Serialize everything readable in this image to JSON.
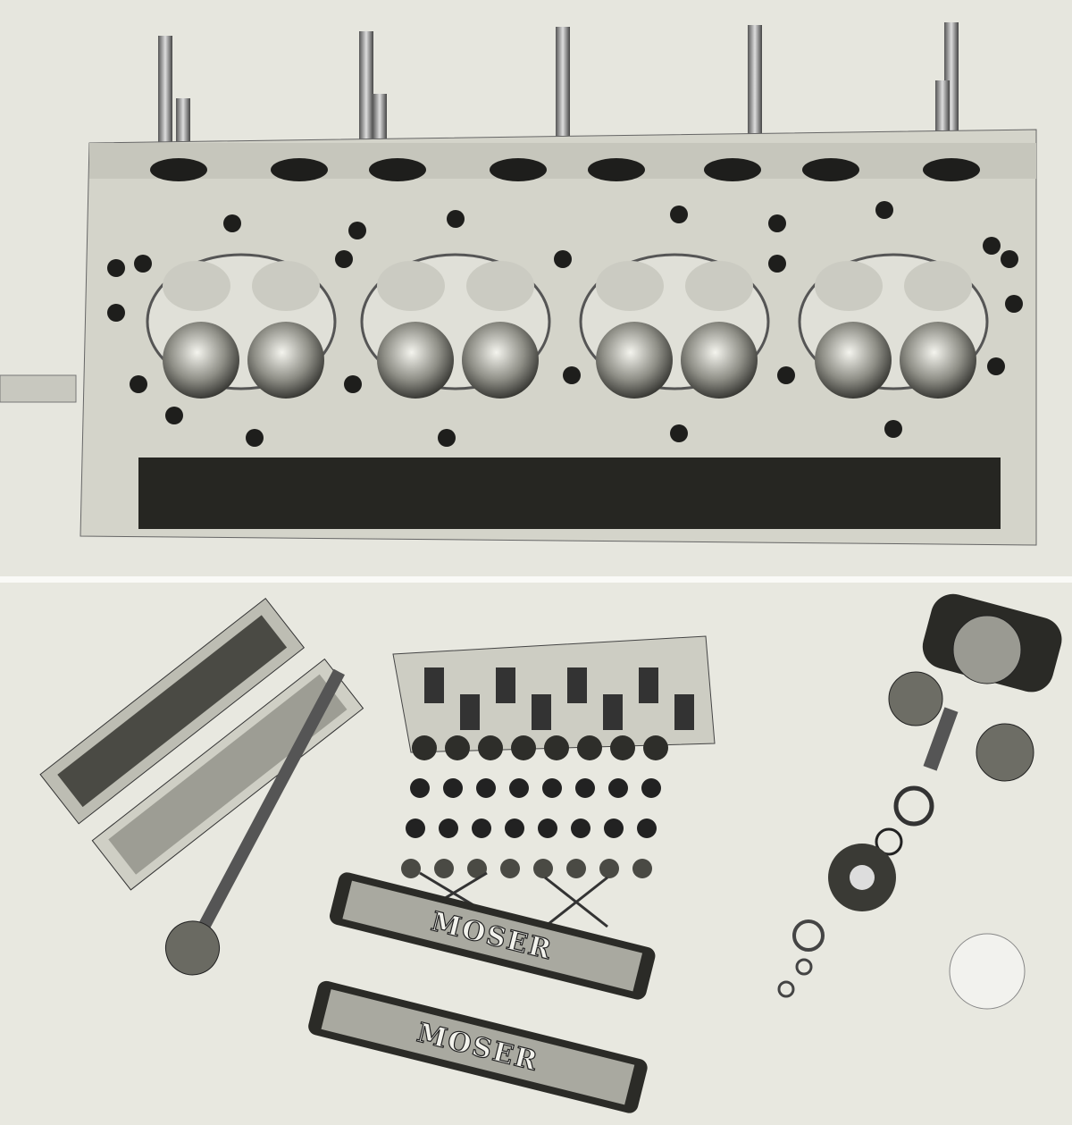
{
  "photos": [
    {
      "id": "top",
      "subject": "cylinder-head-combustion-side"
    },
    {
      "id": "bottom",
      "subject": "disassembled-head-kit"
    }
  ],
  "valve_covers": [
    {
      "logo_text": "MOSER"
    },
    {
      "logo_text": "MOSER"
    }
  ],
  "colors": {
    "paper": "#e9e9e2",
    "metal": "#cfcfc4",
    "shadow": "#1e1e1c"
  }
}
